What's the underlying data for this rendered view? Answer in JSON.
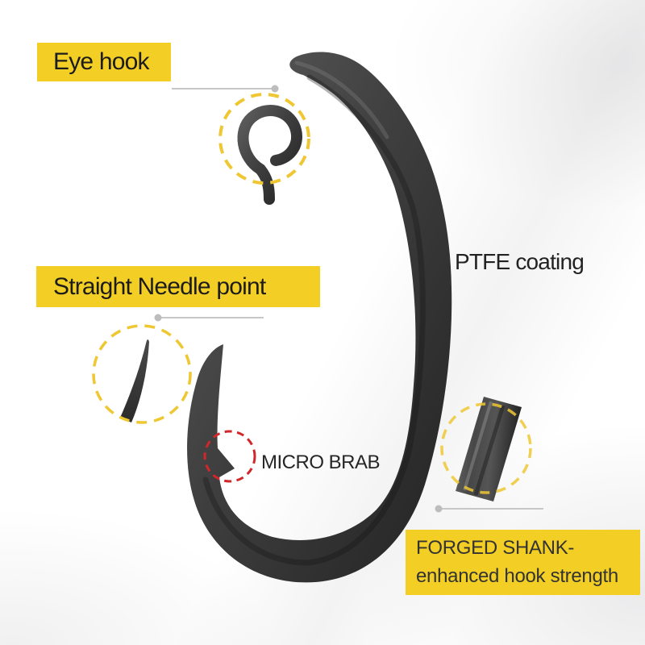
{
  "callouts": {
    "eye_hook": {
      "label": "Eye hook"
    },
    "ptfe": {
      "label": "PTFE coating"
    },
    "needle_point": {
      "label": "Straight Needle point"
    },
    "micro_barb": {
      "label": "MICRO BRAB"
    },
    "forged_shank": {
      "line1": "FORGED SHANK-",
      "line2": "enhanced hook strength"
    }
  },
  "colors": {
    "label_background": "#F3CF25",
    "label_text": "#1C1C1C",
    "body_text": "#222222",
    "dashed_yellow": "#EEC733",
    "dashed_red": "#D0272B",
    "hook_dark": "#3A3A3A",
    "connector_gray": "#C7C7C7",
    "background": "#FFFFFF"
  }
}
